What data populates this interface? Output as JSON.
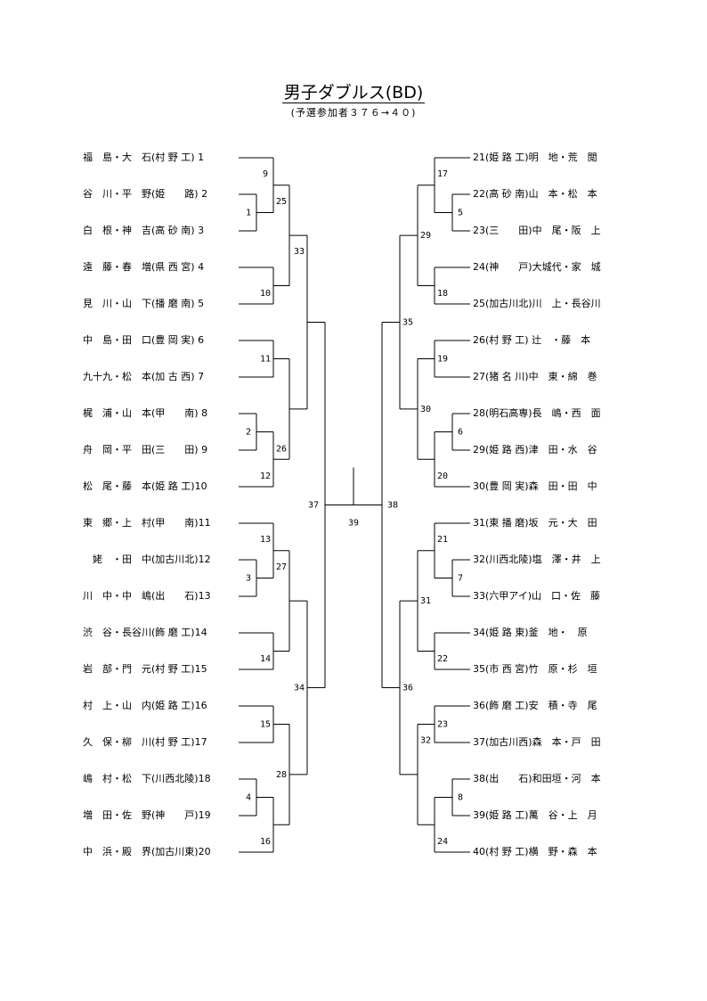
{
  "title": "男子ダブルス(BD)",
  "subtitle": "(予選参加者３７６→４０)",
  "left_entries": [
    "福　島・大　石(村 野 工) 1",
    "谷　川・平　野(姫　　路) 2",
    "白　根・神　吉(高 砂 南) 3",
    "遠　藤・春　増(県 西 宮) 4",
    "見　川・山　下(播 磨 南) 5",
    "中　島・田　口(豊 岡 実) 6",
    "九十九・松　本(加 古 西) 7",
    "梶　浦・山　本(甲　　南) 8",
    "舟　岡・平　田(三　　田) 9",
    "松　尾・藤　本(姫 路 工)10",
    "東　郷・上　村(甲　　南)11",
    "　姥　・田　中(加古川北)12",
    "川　中・中　嶋(出　　石)13",
    "渋　谷・長谷川(飾 磨 工)14",
    "岩　部・門　元(村 野 工)15",
    "村　上・山　内(姫 路 工)16",
    "久　保・柳　川(村 野 工)17",
    "嶋　村・松　下(川西北陵)18",
    "増　田・佐　野(神　　戸)19",
    "中　浜・殿　界(加古川東)20"
  ],
  "right_entries": [
    "21(姫 路 工)明　地・荒　閲",
    "22(高 砂 南)山　本・松　本",
    "23(三　　田)中　尾・阪　上",
    "24(神　　戸)大城代・家　城",
    "25(加古川北)川　上・長谷川",
    "26(村 野 工) 辻　・藤　本",
    "27(猪 名 川)中　東・綿　巻",
    "28(明石高専)長　嶋・西　面",
    "29(姫 路 西)津　田・水　谷",
    "30(豊 岡 実)森　田・田　中",
    "31(東 播 磨)坂　元・大　田",
    "32(川西北陵)塩　澤・井　上",
    "33(六甲アイ)山　口・佐　藤",
    "34(姫 路 東)釜　地・　原",
    "35(市 西 宮)竹　原・杉　垣",
    "36(飾 磨 工)安　積・寺　尾",
    "37(加古川西)森　本・戸　田",
    "38(出　　石)和田垣・河　本",
    "39(姫 路 工)萬　谷・上　月",
    "40(村 野 工)横　野・森　本"
  ],
  "match_numbers": {
    "m1": "1",
    "m2": "2",
    "m3": "3",
    "m4": "4",
    "m5": "5",
    "m6": "6",
    "m7": "7",
    "m8": "8",
    "m9": "9",
    "m10": "10",
    "m11": "11",
    "m12": "12",
    "m13": "13",
    "m14": "14",
    "m15": "15",
    "m16": "16",
    "m17": "17",
    "m18": "18",
    "m19": "19",
    "m20": "20",
    "m21": "21",
    "m22": "22",
    "m23": "23",
    "m24": "24",
    "m25": "25",
    "m26": "26",
    "m27": "27",
    "m28": "28",
    "m29": "29",
    "m30": "30",
    "m31": "31",
    "m32": "32",
    "m33": "33",
    "m34": "34",
    "m35": "35",
    "m36": "36",
    "m37": "37",
    "m38": "38",
    "m39": "39"
  }
}
